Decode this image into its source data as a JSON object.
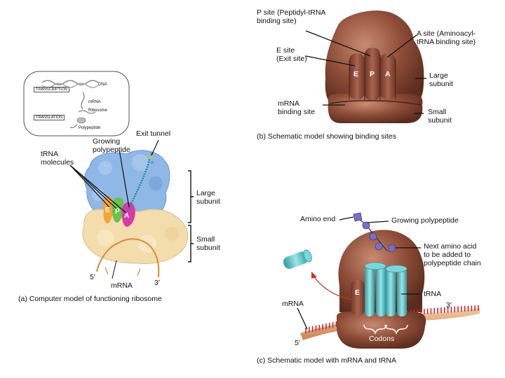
{
  "panel_a": {
    "inset": {
      "dna": "DNA",
      "transcription": "TRANSCRIPTION",
      "mrna": "mRNA",
      "translation": "TRANSLATION",
      "ribosome": "Ribosome",
      "polypeptide": "Polypeptide"
    },
    "exit_tunnel": "Exit tunnel",
    "growing_polypeptide": "Growing\npolypeptide",
    "trna_molecules": "tRNA\nmolecules",
    "site_e": "E",
    "site_p": "P",
    "site_a": "A",
    "large_subunit": "Large\nsubunit",
    "small_subunit": "Small\nsubunit",
    "five_prime": "5′",
    "three_prime": "3′",
    "mrna": "mRNA",
    "caption": "(a) Computer model of functioning ribosome"
  },
  "panel_b": {
    "p_site": "P site (Peptidyl-tRNA\nbinding site)",
    "a_site": "A site (Aminoacyl-\ntRNA binding site)",
    "e_site": "E site\n(Exit site)",
    "site_e": "E",
    "site_p": "P",
    "site_a": "A",
    "large_subunit": "Large\nsubunit",
    "mrna_binding_site": "mRNA\nbinding site",
    "small_subunit": "Small\nsubunit",
    "caption": "(b) Schematic model showing binding sites"
  },
  "panel_c": {
    "amino_end": "Amino end",
    "growing_polypeptide": "Growing polypeptide",
    "next_amino_acid": "Next amino acid\nto be added to\npolypeptide chain",
    "trna": "tRNA",
    "site_e": "E",
    "mrna": "mRNA",
    "three_prime": "3′",
    "five_prime": "5′",
    "codons": "Codons",
    "caption": "(c) Schematic model with mRNA and tRNA"
  },
  "colors": {
    "ribosome": "#8a4a36",
    "trna": "#5fc3c8",
    "polypeptide": "#7b6fc2",
    "mrna_backbone": "#e8b48a",
    "mrna_bases": "#c9272c"
  }
}
